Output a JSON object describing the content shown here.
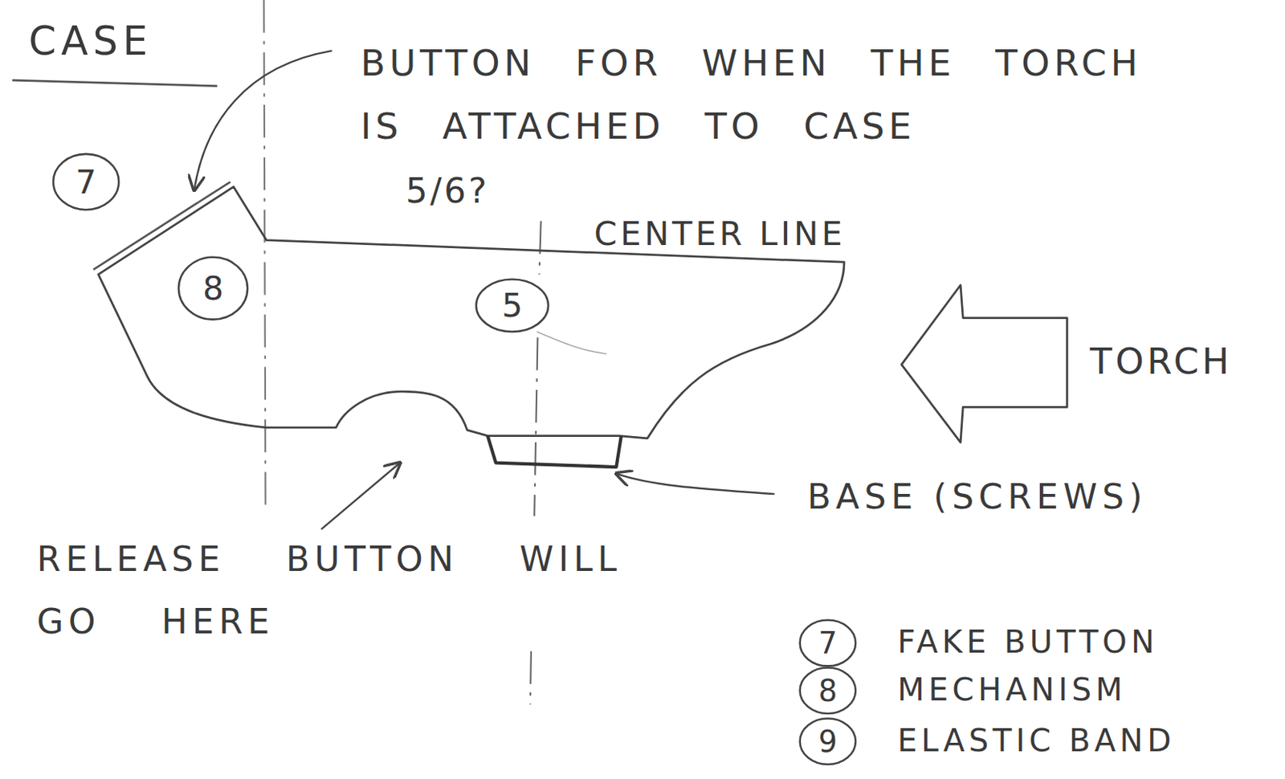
{
  "diagram": {
    "title": "CASE",
    "nodes": [
      {
        "text": [
          "7"
        ]
      },
      {
        "text": [
          "8"
        ]
      },
      {
        "text": [
          "5"
        ]
      },
      {
        "text": [
          "7"
        ]
      },
      {
        "text": [
          "8"
        ]
      },
      {
        "text": [
          "9"
        ]
      }
    ],
    "labels": [
      "BUTTON FOR WHEN THE TORCH IS ATTACHED TO CASE",
      "5/6?",
      "CENTER LINE",
      "TORCH",
      "BASE (SCREWS)",
      "RELEASE BUTTON WILL GO HERE"
    ],
    "legend": [
      {
        "text": "FAKE BUTTON"
      },
      {
        "text": "MECHANISM"
      },
      {
        "text": "ELASTIC BAND"
      }
    ]
  }
}
